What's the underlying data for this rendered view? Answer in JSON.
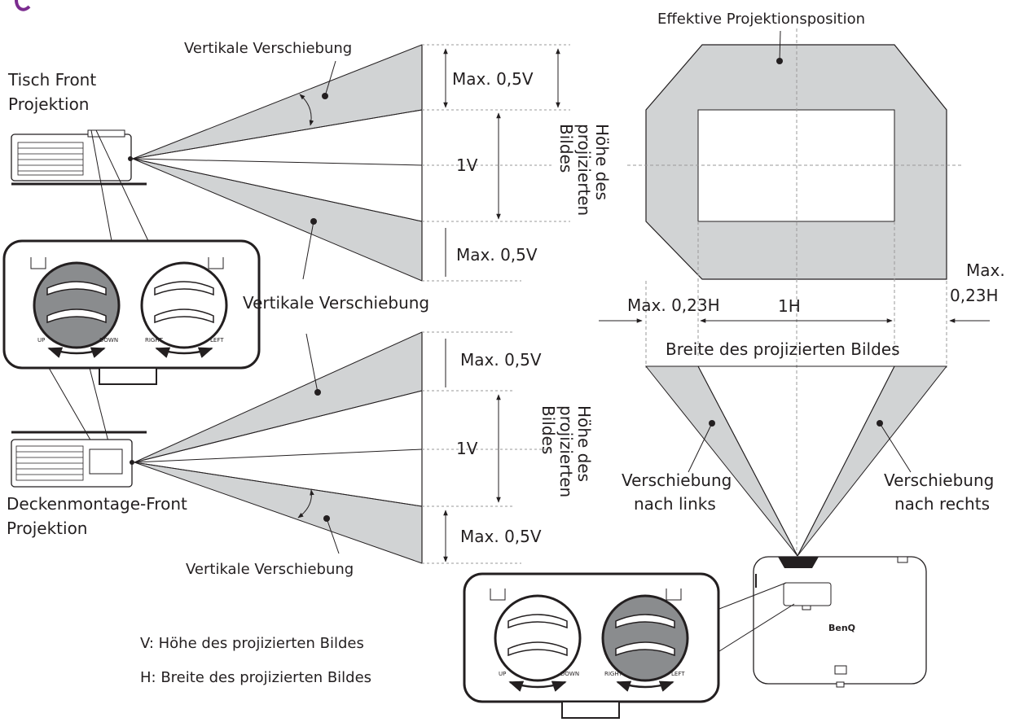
{
  "labels": {
    "effective_position": "Effektive Projektionsposition",
    "vertical_shift_top": "Vertikale Verschiebung",
    "table_front": [
      "Tisch Front",
      "Projektion"
    ],
    "max_05v": "Max. 0,5V",
    "one_v": "1V",
    "image_height": [
      "Höhe des",
      "projizierten",
      "Bildes"
    ],
    "vertical_shift_mid": "Vertikale Verschiebung",
    "vertical_shift_bottom": "Vertikale Verschiebung",
    "ceiling_front": [
      "Deckenmontage-Front",
      "Projektion"
    ],
    "max_023h_left": "Max. 0,23H",
    "max_023h_right": [
      "Max.",
      "0,23H"
    ],
    "one_h": "1H",
    "image_width": "Breite des projizierten Bildes",
    "shift_left": [
      "Verschiebung",
      "nach links"
    ],
    "shift_right": [
      "Verschiebung",
      "nach rechts"
    ],
    "legend_v": "V: Höhe des projizierten Bildes",
    "legend_h": "H: Breite des projizierten Bildes",
    "knob_up": "UP",
    "knob_down": "DOWN",
    "knob_right": "RIGHT",
    "knob_left": "LEFT",
    "brand": "BenQ"
  },
  "colors": {
    "stroke": "#231f20",
    "shift_fill": "#d1d3d4",
    "beam_light": "#e6e7e8",
    "knob_active": "#8a8c8e",
    "accent": "#7b2c8f"
  }
}
